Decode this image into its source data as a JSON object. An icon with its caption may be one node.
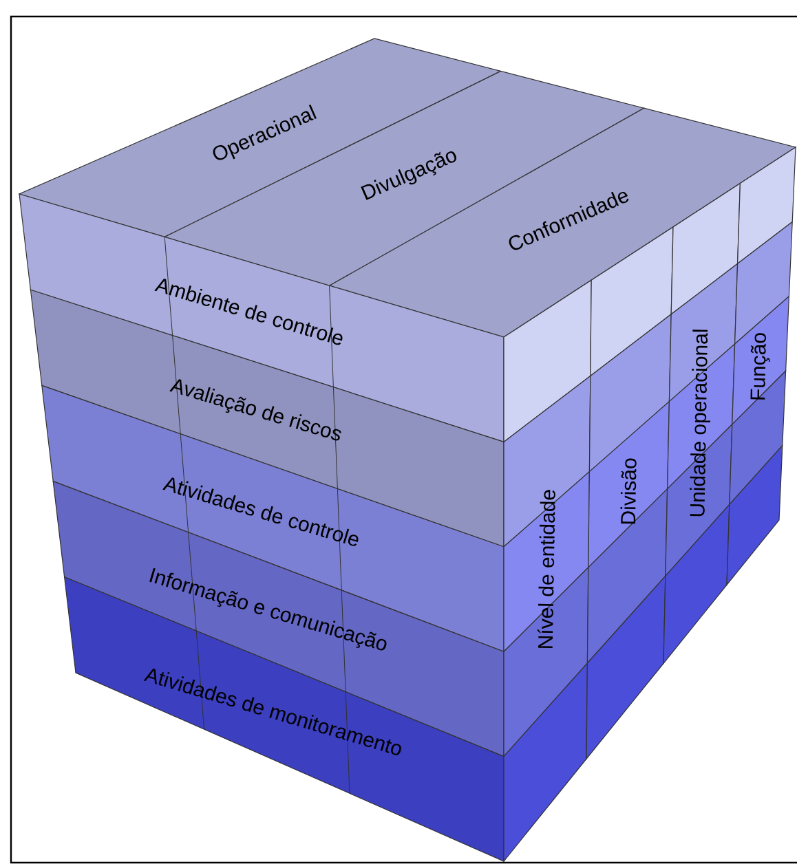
{
  "diagram": {
    "nodes": [
      {
        "text": [
          "Operacional"
        ]
      },
      {
        "text": [
          "Divulgação"
        ]
      },
      {
        "text": [
          "Conformidade"
        ]
      },
      {
        "text": [
          "Ambiente de controle"
        ]
      },
      {
        "text": [
          "Avaliação de riscos"
        ]
      },
      {
        "text": [
          "Atividades de controle"
        ]
      },
      {
        "text": [
          "Informação e comunicação"
        ]
      },
      {
        "text": [
          "Atividades de monitoramento"
        ]
      },
      {
        "text": [
          "Nível de entidade"
        ]
      },
      {
        "text": [
          "Divisão"
        ]
      },
      {
        "text": [
          "Unidade operacional"
        ]
      },
      {
        "text": [
          "Função"
        ]
      }
    ]
  }
}
